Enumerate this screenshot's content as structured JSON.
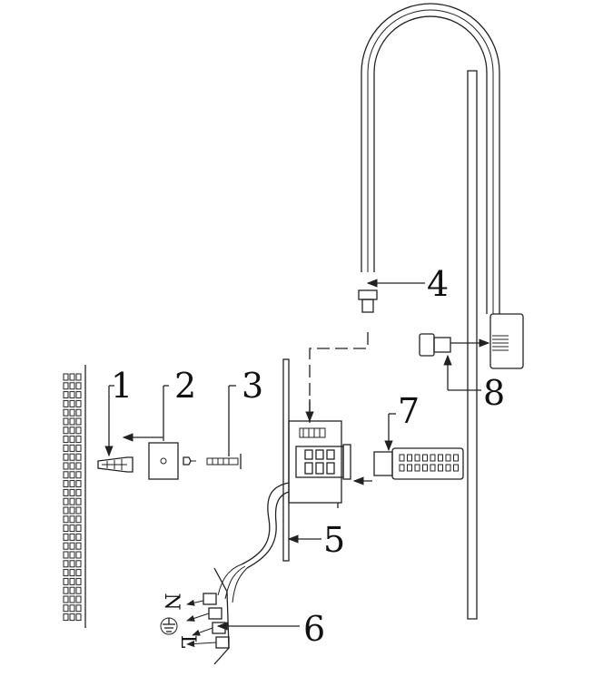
{
  "callouts": {
    "c1": "1",
    "c2": "2",
    "c3": "3",
    "c4": "4",
    "c5": "5",
    "c6": "6",
    "c7": "7",
    "c8": "8"
  },
  "terminal_marks": {
    "neutral": "N",
    "line": "L"
  },
  "colors": {
    "line": "#222222",
    "background": "#ffffff"
  },
  "icons": {
    "ground": "ground-symbol-icon"
  }
}
